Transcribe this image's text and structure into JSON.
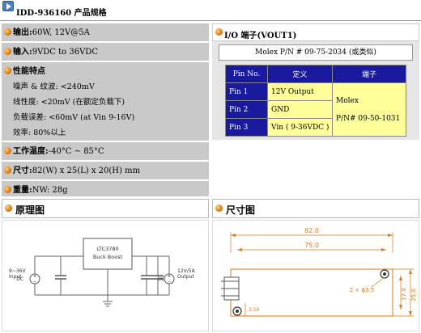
{
  "header": {
    "title": "IDD-936160  产品规格"
  },
  "specs": {
    "output": {
      "label": "输出:",
      "value": "60W, 12V@5A"
    },
    "input": {
      "label": "输入:",
      "value": "9VDC to 36VDC"
    },
    "performance": {
      "label": "性能特点",
      "lines": [
        "噪声 & 纹波: <240mV",
        "线性度: <20mV (在额定负载下)",
        "负载误差: <60mV (at Vin 9-16V)",
        "效率: 80%以上"
      ]
    },
    "temperature": {
      "label": "工作温度:",
      "value": "-40°C ~ 85°C"
    },
    "size": {
      "label": "尺寸:",
      "value": "82(W) x 25(L) x 20(H) mm"
    },
    "weight": {
      "label": "重量:",
      "value": "NW: 28g"
    }
  },
  "terminal": {
    "title": "I/O 端子(VOUT1)",
    "molex_part": "Molex P/N # 09-75-2034 (或类似)",
    "columns": [
      "Pin No.",
      "定义",
      "端子"
    ],
    "rows": [
      {
        "pin": "Pin 1",
        "definition": "12V Output"
      },
      {
        "pin": "Pin 2",
        "definition": "GND"
      },
      {
        "pin": "Pin 3",
        "definition": "Vin ( 9-36VDC )"
      }
    ],
    "terminal_lines": [
      "Molex",
      "P/N# 09-50-1031"
    ]
  },
  "schematic": {
    "title": "原理图",
    "chip_line1": "LTC3780",
    "chip_line2": "Buck Boost",
    "input_label_1": "9~36V",
    "input_label_2": "Input",
    "output_label_1": "12V/5A",
    "output_label_2": "Output",
    "dc_label": "DC"
  },
  "dimensions": {
    "title": "尺寸图",
    "overall_width": "82.0",
    "inner_width": "75.0",
    "height_outer": "25.0",
    "height_inner": "17.0",
    "pin_offset": "3.50",
    "hole_label": "2 × ϕ3.5"
  }
}
